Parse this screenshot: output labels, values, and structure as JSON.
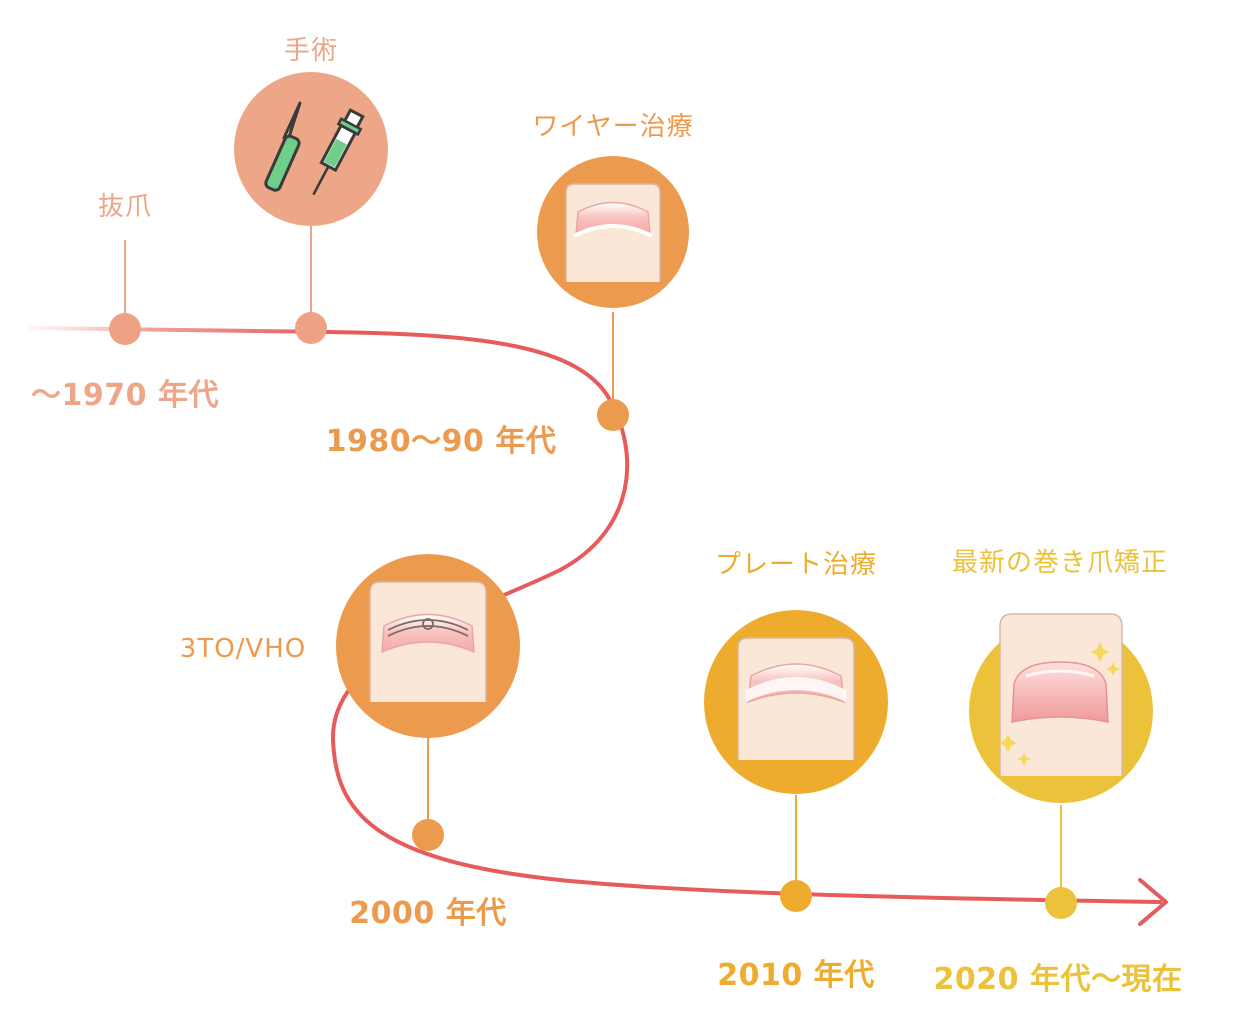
{
  "timeline": {
    "techniques": {
      "extraction": "抜爪",
      "surgery": "手術",
      "wire": "ワイヤー治療",
      "three_to_vho": "3TO/VHO",
      "plate": "プレート治療",
      "latest": "最新の巻き爪矯正"
    },
    "eras": {
      "e1970": "〜1970 年代",
      "e1980": "1980〜90 年代",
      "e2000": "2000 年代",
      "e2010": "2010 年代",
      "e2020": "2020 年代〜現在"
    }
  },
  "colors": {
    "line": "#e65c5c",
    "peach": "#eea688",
    "peach_dot": "#eda283",
    "orange": "#ec9a4e",
    "amber": "#eeac2e",
    "gold": "#ebc23a",
    "skin": "#fbe7d8",
    "nail_pink": "#f7b8b4"
  },
  "icons": [
    "scalpel-icon",
    "syringe-icon",
    "toenail-icon",
    "wire-brace-icon",
    "plate-brace-icon",
    "sparkle-icon"
  ]
}
